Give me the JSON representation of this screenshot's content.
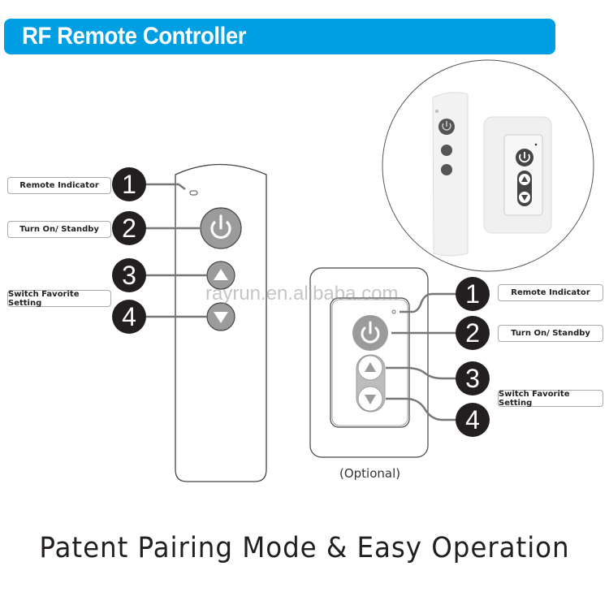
{
  "header": {
    "title": "RF Remote Controller",
    "accent": "#009fe3"
  },
  "handheld_remote": {
    "callouts": [
      {
        "number": "1",
        "label": "Remote Indicator"
      },
      {
        "number": "2",
        "label": "Turn On/ Standby"
      },
      {
        "number": "3",
        "label": ""
      },
      {
        "number": "4",
        "label": ""
      }
    ],
    "shared_label": "Switch Favorite Setting",
    "buttons": [
      "power-icon",
      "arrow-up-icon",
      "arrow-down-icon"
    ]
  },
  "wall_switch": {
    "callouts": [
      {
        "number": "1",
        "label": "Remote Indicator"
      },
      {
        "number": "2",
        "label": "Turn On/ Standby"
      },
      {
        "number": "3",
        "label": ""
      },
      {
        "number": "4",
        "label": ""
      }
    ],
    "shared_label": "Switch Favorite Setting",
    "caption": "(Optional)"
  },
  "watermark": "rayrun.en.alibaba.com",
  "footer": {
    "tagline": "Patent Pairing Mode & Easy Operation"
  }
}
